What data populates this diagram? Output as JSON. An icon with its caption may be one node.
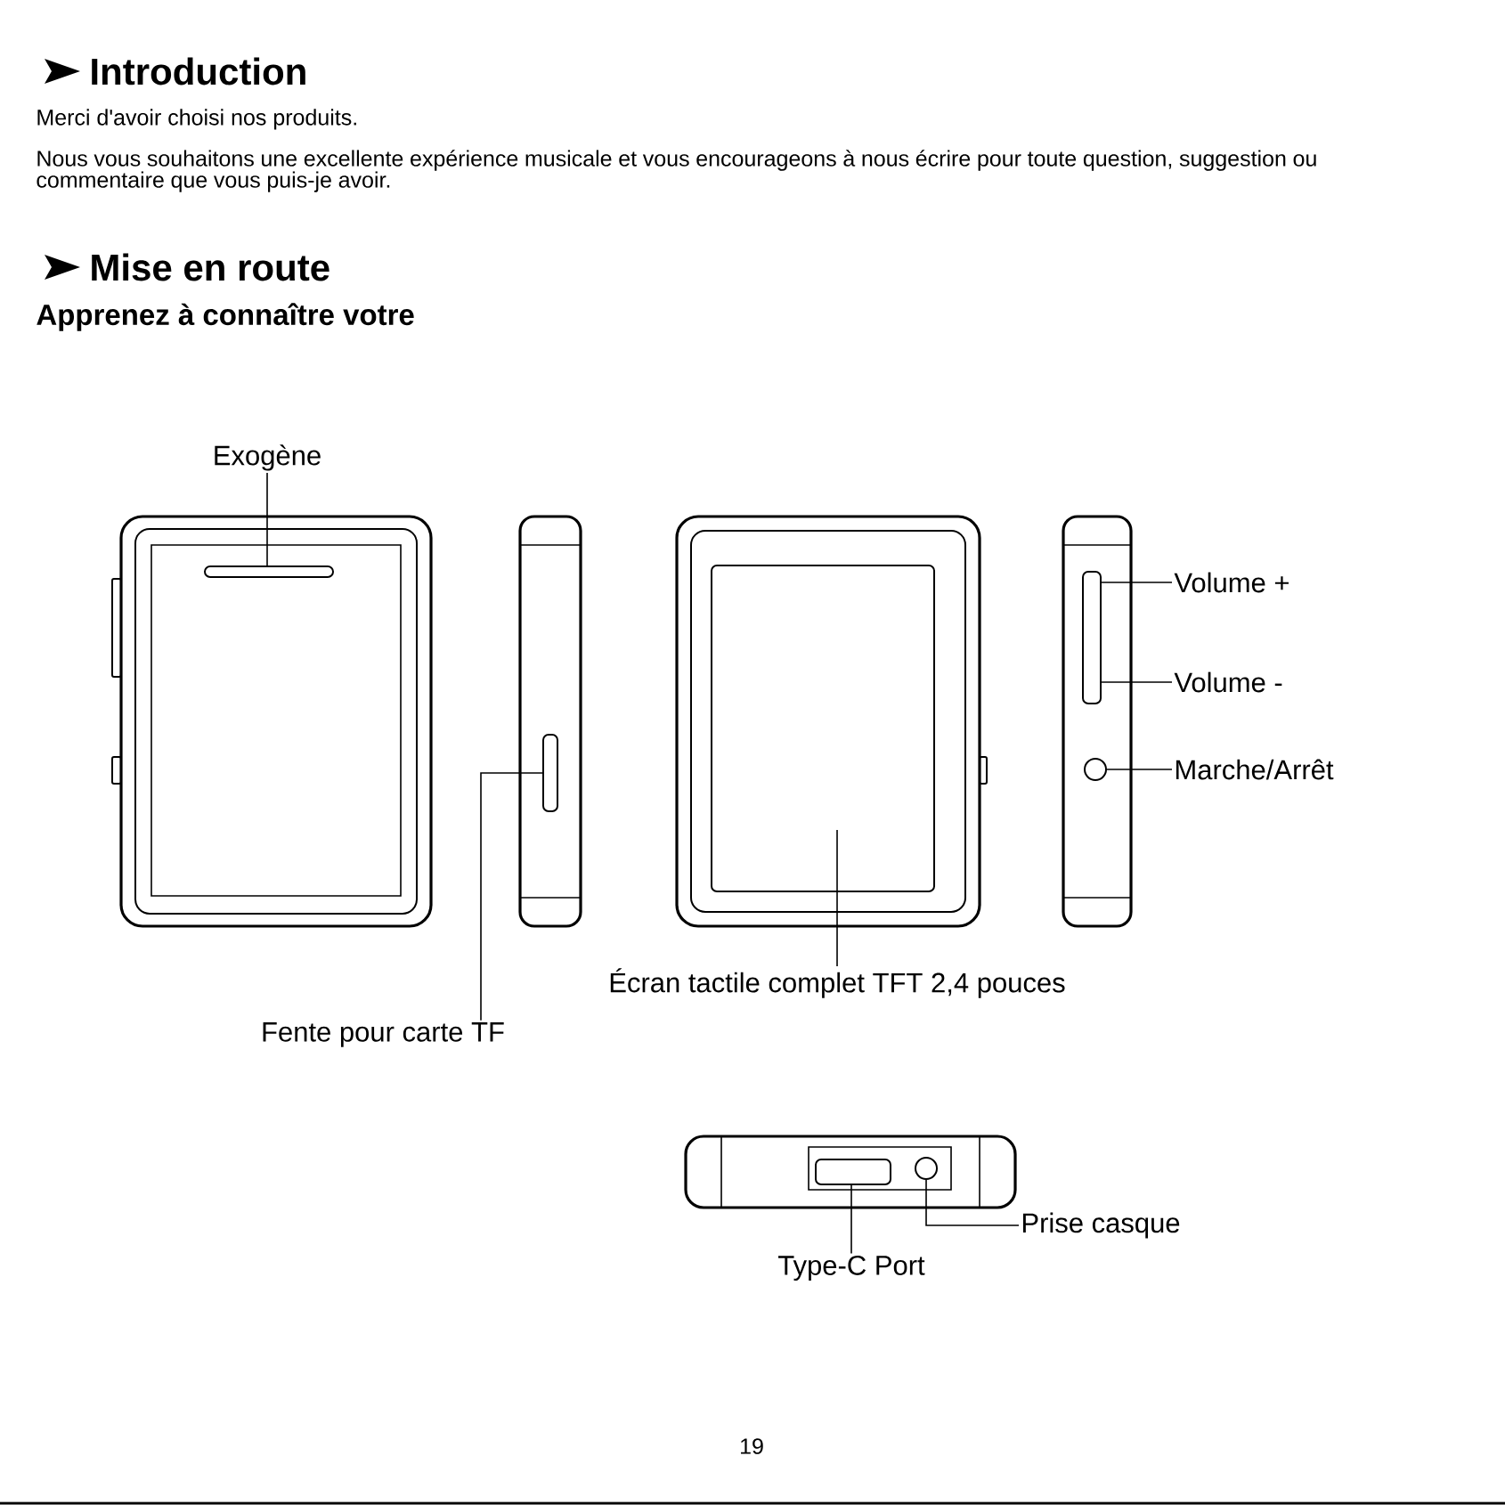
{
  "diagram": {
    "nodes": [
      {
        "text": [
          "Exogène"
        ]
      },
      {
        "text": [],
        "shape": "box"
      },
      {
        "text": [
          "Fente pour carte TF"
        ]
      },
      {
        "text": [],
        "shape": "box"
      },
      {
        "text": [
          "Écran tactile complet TFT 2,4 pouces"
        ]
      },
      {
        "text": [],
        "shape": "box"
      },
      {
        "text": [
          "Volume +"
        ]
      },
      {
        "text": [],
        "shape": "box"
      },
      {
        "text": [
          "Volume -"
        ]
      },
      {
        "text": [
          "Marche/Arrêt"
        ]
      },
      {
        "text": [],
        "shape": "circle"
      },
      {
        "text": [
          "Type-C Port"
        ]
      },
      {
        "text": [],
        "shape": "box"
      },
      {
        "text": [
          "Prise casque"
        ]
      },
      {
        "text": [],
        "shape": "circle"
      }
    ],
    "edges": [
      {
        "from": 0,
        "to": 1,
        "arrow": "none"
      },
      {
        "from": 2,
        "to": 3,
        "arrow": "none"
      },
      {
        "from": 4,
        "to": 5,
        "arrow": "none"
      },
      {
        "from": 6,
        "to": 7,
        "arrow": "none"
      },
      {
        "from": 8,
        "to": 7,
        "arrow": "none"
      },
      {
        "from": 9,
        "to": 10,
        "arrow": "none"
      },
      {
        "from": 11,
        "to": 12,
        "arrow": "none"
      },
      {
        "from": 13,
        "to": 14,
        "arrow": "none"
      }
    ],
    "labels": [
      "Introduction",
      "Merci d'avoir choisi nos produits.",
      "Nous vous souhaitons une excellente expérience musicale et vous encourageons à nous écrire pour toute question, suggestion ou commentaire que vous puis-je avoir.",
      "Mise en route",
      "Apprenez à connaître votre",
      "19"
    ]
  }
}
